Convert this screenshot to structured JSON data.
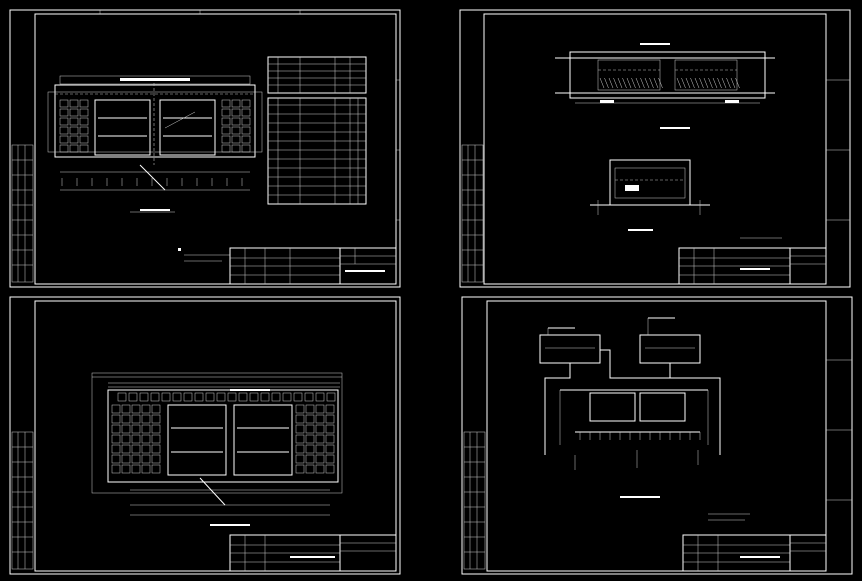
{
  "title": "",
  "sheets": [
    {
      "name": "plan-layout-sheet"
    },
    {
      "name": "section-sheet"
    },
    {
      "name": "plan-overall-sheet"
    },
    {
      "name": "piping-schematic-sheet"
    }
  ],
  "colors": {
    "background": "#000000",
    "lines": "#ffffff",
    "accent": "#ffd84a"
  }
}
